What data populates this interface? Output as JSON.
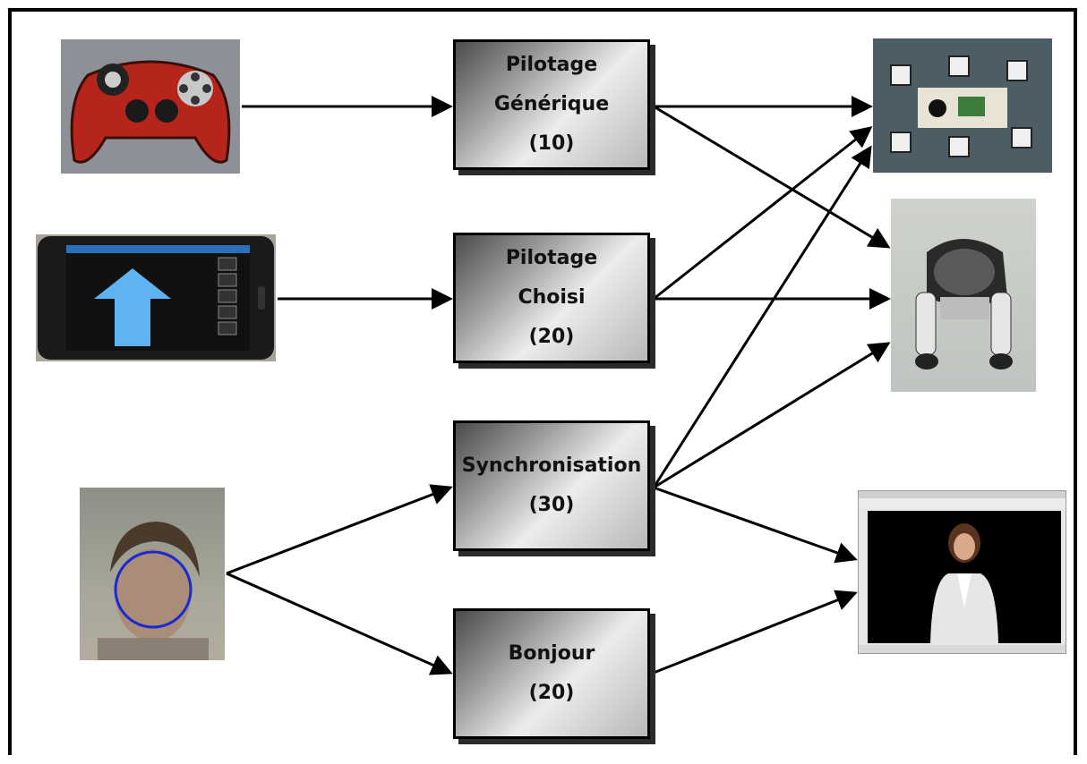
{
  "nodes": [
    {
      "id": "pilotage-generique",
      "lines": [
        "Pilotage",
        "Générique",
        "(10)"
      ]
    },
    {
      "id": "pilotage-choisi",
      "lines": [
        "Pilotage",
        "Choisi",
        "(20)"
      ]
    },
    {
      "id": "synchronisation",
      "lines": [
        "Synchronisation",
        "(30)"
      ]
    },
    {
      "id": "bonjour",
      "lines": [
        "Bonjour",
        "(20)"
      ]
    }
  ],
  "inputs": [
    {
      "id": "gamepad",
      "icon": "gamepad-photo"
    },
    {
      "id": "smartphone",
      "icon": "smartphone-photo"
    },
    {
      "id": "face-camera",
      "icon": "face-detection-photo"
    }
  ],
  "outputs": [
    {
      "id": "hexapod",
      "icon": "hexapod-robot-photo"
    },
    {
      "id": "aibo",
      "icon": "robot-dog-photo"
    },
    {
      "id": "virtual-agent",
      "icon": "virtual-agent-window-photo"
    }
  ],
  "edges": [
    [
      "gamepad",
      "pilotage-generique"
    ],
    [
      "smartphone",
      "pilotage-choisi"
    ],
    [
      "face-camera",
      "synchronisation"
    ],
    [
      "face-camera",
      "bonjour"
    ],
    [
      "pilotage-generique",
      "hexapod"
    ],
    [
      "pilotage-generique",
      "aibo"
    ],
    [
      "pilotage-choisi",
      "hexapod"
    ],
    [
      "pilotage-choisi",
      "aibo"
    ],
    [
      "synchronisation",
      "hexapod"
    ],
    [
      "synchronisation",
      "aibo"
    ],
    [
      "synchronisation",
      "virtual-agent"
    ],
    [
      "bonjour",
      "virtual-agent"
    ]
  ],
  "colors": {
    "arrow": "#000000",
    "phone_arrow": "#5fb3f0",
    "face_circle": "#1a2ad0",
    "gamepad_body": "#b5251b"
  }
}
